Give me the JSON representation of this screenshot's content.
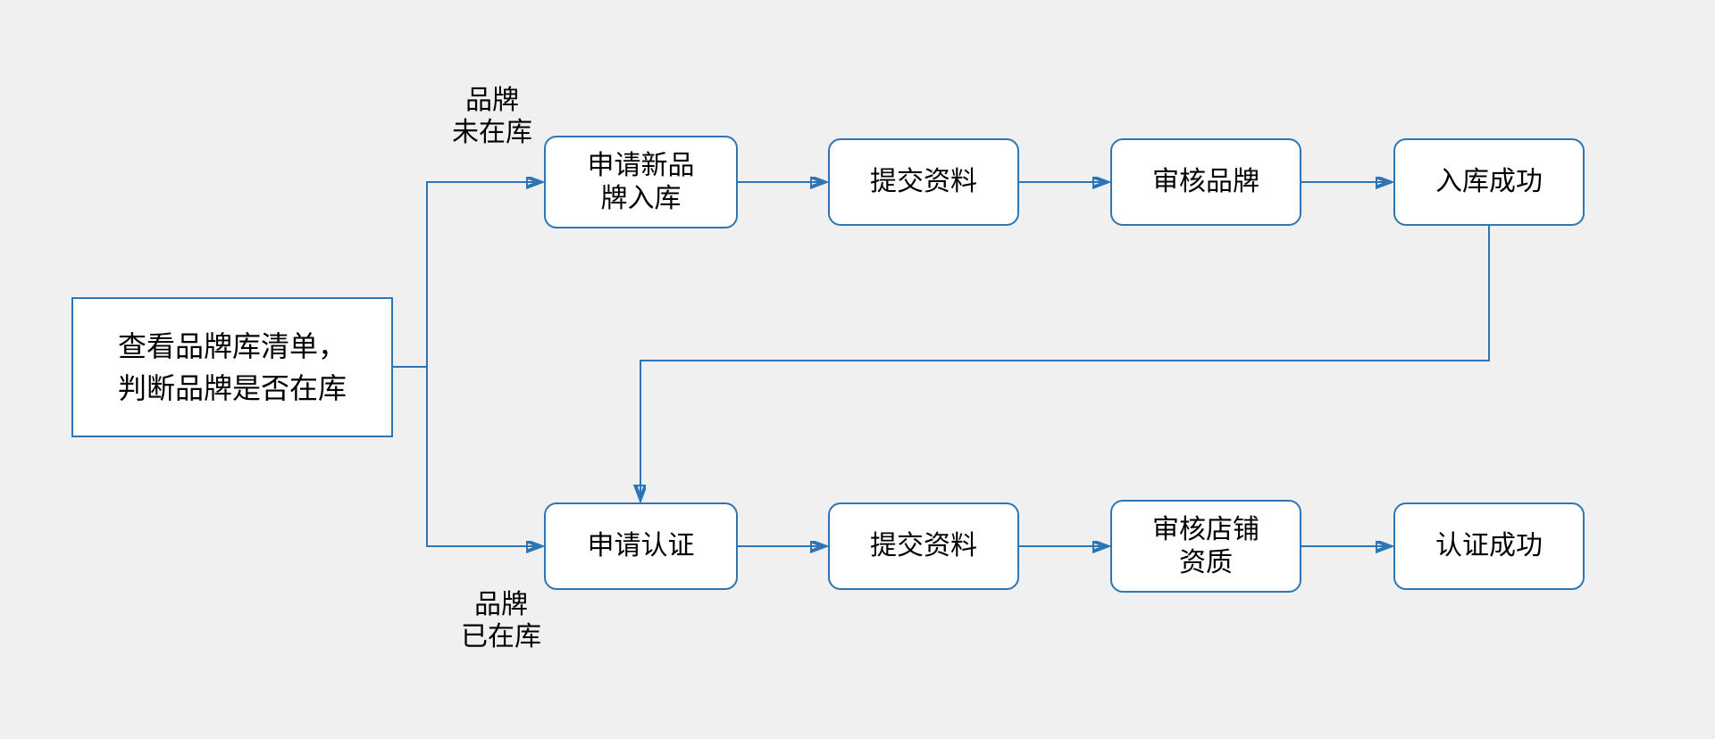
{
  "diagram": {
    "colors": {
      "background": "#f0f0f0",
      "accent": "#2e75b6",
      "node_fill": "#ffffff",
      "text": "#000000"
    },
    "start": {
      "label": "查看品牌库清单，\n判断品牌是否在库"
    },
    "branch_labels": {
      "not_in_library": "品牌\n未在库",
      "in_library": "品牌\n已在库"
    },
    "top_flow": [
      {
        "label": "申请新品\n牌入库"
      },
      {
        "label": "提交资料"
      },
      {
        "label": "审核品牌"
      },
      {
        "label": "入库成功"
      }
    ],
    "bottom_flow": [
      {
        "label": "申请认证"
      },
      {
        "label": "提交资料"
      },
      {
        "label": "审核店铺\n资质"
      },
      {
        "label": "认证成功"
      }
    ]
  }
}
